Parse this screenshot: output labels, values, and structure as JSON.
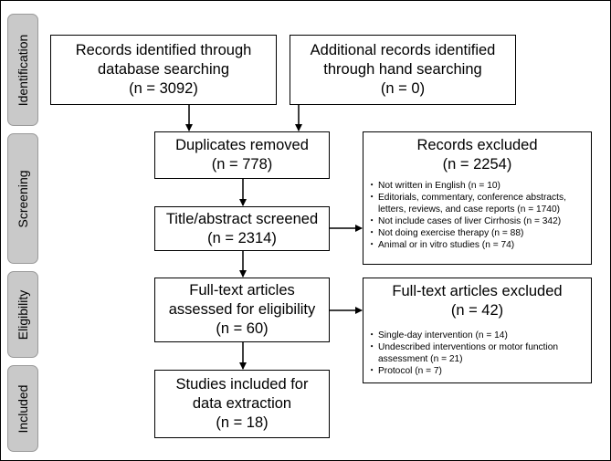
{
  "stages": {
    "identification": "Identification",
    "screening": "Screening",
    "eligibility": "Eligibility",
    "included": "Included"
  },
  "boxes": {
    "database": {
      "line1": "Records identified through",
      "line2": "database searching",
      "line3": "(n = 3092)"
    },
    "hand": {
      "line1": "Additional records identified",
      "line2": "through hand searching",
      "line3": "(n = 0)"
    },
    "duplicates": {
      "line1": "Duplicates removed",
      "line2": "(n = 778)"
    },
    "title_abstract": {
      "line1": "Title/abstract screened",
      "line2": "(n = 2314)"
    },
    "fulltext": {
      "line1": "Full-text articles",
      "line2": "assessed for eligibility",
      "line3": "(n = 60)"
    },
    "included": {
      "line1": "Studies included for",
      "line2": "data extraction",
      "line3": "(n = 18)"
    }
  },
  "records_excluded": {
    "title": "Records excluded",
    "count": "(n = 2254)",
    "items": [
      "Not written in English (n = 10)",
      "Editorials, commentary, conference abstracts, letters, reviews, and case reports (n = 1740)",
      "Not include cases of liver Cirrhosis (n = 342)",
      "Not doing exercise therapy (n = 88)",
      "Animal or in vitro studies (n = 74)"
    ]
  },
  "fulltext_excluded": {
    "title": "Full-text articles excluded",
    "count": "(n = 42)",
    "items": [
      "Single-day intervention (n = 14)",
      "Undescribed interventions or motor function assessment (n = 21)",
      "Protocol (n = 7)"
    ]
  }
}
